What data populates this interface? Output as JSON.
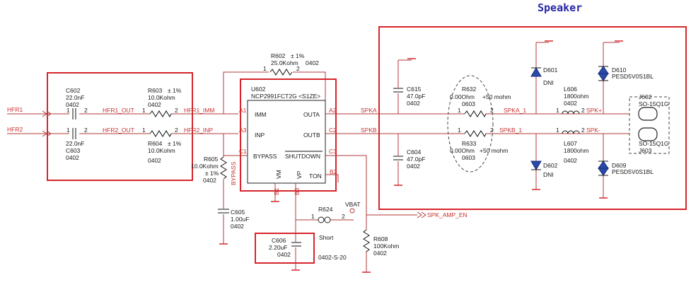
{
  "title": "Speaker",
  "nets": {
    "hfr1": "HFR1",
    "hfr2": "HFR2",
    "hfr1_out": "HFR1_OUT",
    "hfr2_out": "HFR2_OUT",
    "hfr1_imm": "HFR1_IMM",
    "hfr2_inp": "HFR2_INP",
    "spka": "SPKA",
    "spkb": "SPKB",
    "spka_1": "SPKA_1",
    "spkb_1": "SPKB_1",
    "spk_plus": "SPK+",
    "spk_minus": "SPK-",
    "bypass": "BYPASS",
    "vbat": "VBAT",
    "spk_amp_en": "SPK_AMP_EN"
  },
  "components": {
    "c602": {
      "ref": "C602",
      "value": "22.0nF",
      "pkg": "0402"
    },
    "c603": {
      "ref": "C603",
      "value": "22.0nF",
      "pkg": "0402"
    },
    "r603": {
      "ref": "R603",
      "tol": "± 1%",
      "value": "10.0Kohm",
      "pkg": "0402"
    },
    "r604": {
      "ref": "R604",
      "tol": "± 1%",
      "value": "10.0Kohm",
      "pkg": "0402"
    },
    "r602": {
      "ref": "R602",
      "tol": "± 1%",
      "value": "25.0Kohm",
      "pkg": "0402"
    },
    "u602": {
      "ref": "U602",
      "part": "NCP2991FCT2G <S1ZE>",
      "pins": {
        "imm": "IMM",
        "inp": "INP",
        "bypass": "BYPASS",
        "outa": "OUTA",
        "outb": "OUTB",
        "shutdown": "SHUTDOWN",
        "ton": "TON",
        "vm": "VM",
        "vp": "VP"
      }
    },
    "r605": {
      "ref": "R605",
      "value": "10.0Kohm",
      "tol": "± 1%",
      "pkg": "0402"
    },
    "c605": {
      "ref": "C605",
      "value": "1.00uF",
      "pkg": "0402"
    },
    "c606": {
      "ref": "C606",
      "value": "2.20uF",
      "pkg": "0402"
    },
    "r624": {
      "ref": "R624",
      "label": "Short",
      "pkg": "0402-S-20"
    },
    "r608": {
      "ref": "R608",
      "value": "100Kohm",
      "pkg": "0402"
    },
    "c615": {
      "ref": "C615",
      "value": "47.0pF",
      "pkg": "0402"
    },
    "c604": {
      "ref": "C604",
      "value": "47.0pF",
      "pkg": "0402"
    },
    "r632": {
      "ref": "R632",
      "value": "0.00Ohm",
      "note": "+50 mohm",
      "pkg": "0603"
    },
    "r633": {
      "ref": "R633",
      "value": "0.00Ohm",
      "note": "+50 mohm",
      "pkg": "0603"
    },
    "d601": {
      "ref": "D601",
      "note": "DNI"
    },
    "d602": {
      "ref": "D602",
      "note": "DNI"
    },
    "l606": {
      "ref": "L606",
      "value": "1800ohm",
      "pkg": "0402"
    },
    "l607": {
      "ref": "L607",
      "value": "1800ohm",
      "pkg": "0402"
    },
    "d610": {
      "ref": "D610",
      "part": "PESD5V0S1BL"
    },
    "d609": {
      "ref": "D609",
      "part": "PESD5V0S1BL"
    },
    "j602": {
      "ref": "J602",
      "part": "SO-15Q1G"
    },
    "j603": {
      "ref": "J603",
      "part": "SO-15Q1G"
    }
  },
  "pin_numbers": {
    "a1": "A1",
    "a3": "A3",
    "c1": "C1",
    "a2": "A2",
    "c2": "C2",
    "c3": "C3",
    "b2": "B2",
    "b1": "B1",
    "b3": "B3",
    "one": "1",
    "two": "2"
  },
  "colors": {
    "highlight": "#d6252a",
    "wire": "#b03a3a",
    "title": "#2727a6",
    "diode": "#2a4aa8"
  }
}
